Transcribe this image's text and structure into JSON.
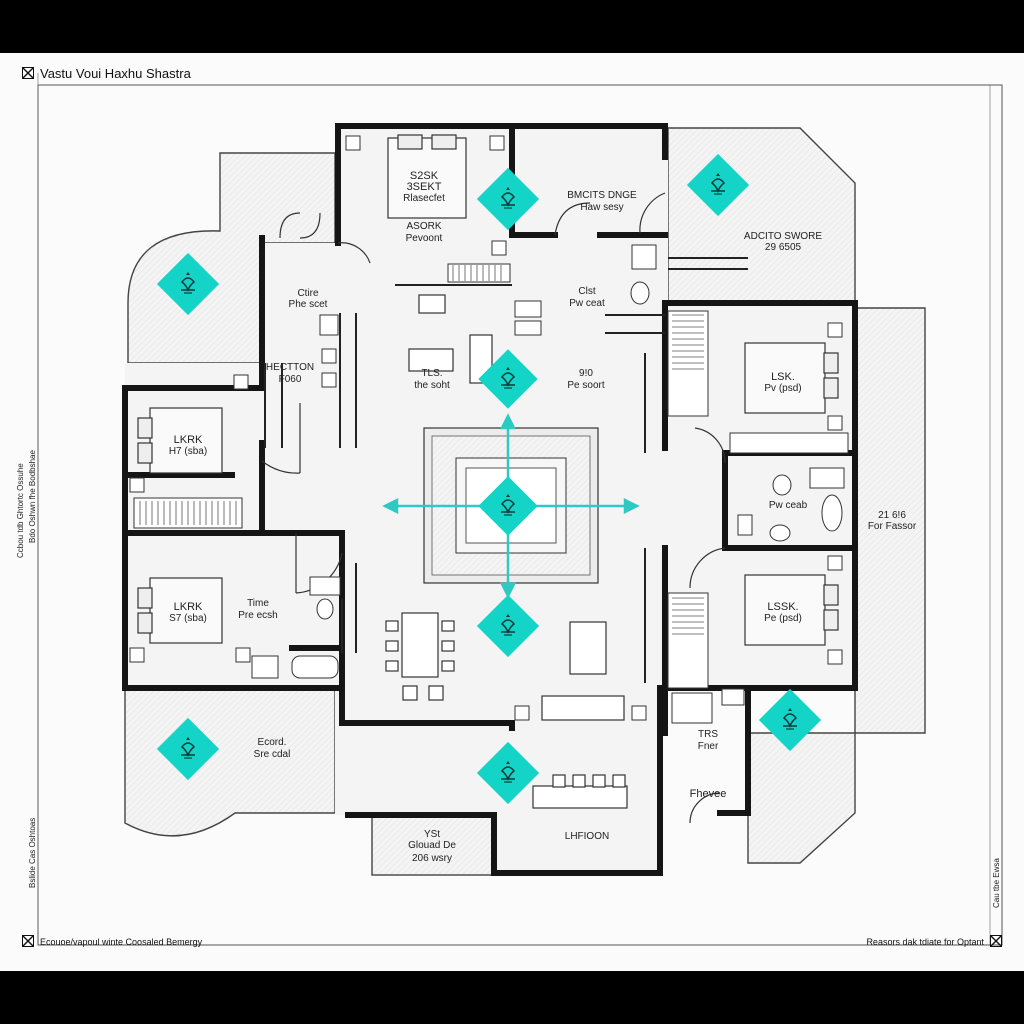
{
  "header": {
    "title": "Vastu Voui Haxhu Shastra"
  },
  "footer": {
    "left": "Ecouoe/vapoul winte Coosaled Bemergy",
    "right": "Reasors dak tdiate for Optant"
  },
  "side_notes": {
    "left_upper": "Ccbou tdb Ghtortc Ossuhe",
    "left_upper_2": "Bdo Oshwn fhe Bodbshae",
    "left_lower": "Bslide Cas Oshtoas",
    "right_lower": "Cau tbe Ewsa"
  },
  "rooms": {
    "master_bed": {
      "line1": "S2SK",
      "line2": "3SEKT",
      "line3": "Rlasecfet"
    },
    "master_bed_sub": {
      "line1": "ASORK",
      "line2": "Pevoont"
    },
    "closet": {
      "line1": "Ctire",
      "line2": "Phe scet"
    },
    "hallway": {
      "line1": "HECTTON",
      "line2": "F060"
    },
    "bed_west": {
      "line1": "LKRK",
      "line2": "H7 (sba)"
    },
    "bed_sw": {
      "line1": "LKRK",
      "line2": "S7 (sba)"
    },
    "bath_sw": {
      "line1": "Time",
      "line2": "Pre ecsh"
    },
    "kitchen": {
      "line1": "BMCITS DNGE",
      "line2": "Haw sesy"
    },
    "utility": {
      "line1": "Clst",
      "line2": "Pw ceat"
    },
    "northeast": {
      "line1": "ADCITO SWORE",
      "line2": "29 6505"
    },
    "living": {
      "line1": "TLS.",
      "line2": "the soht"
    },
    "pooja": {
      "line1": "9!0",
      "line2": "Pe soort"
    },
    "bed_east": {
      "line1": "LSK.",
      "line2": "Pv (psd)"
    },
    "bath_east": {
      "line1": "Pw ceab"
    },
    "east_deck": {
      "line1": "21 6!6",
      "line2": "For Fassor"
    },
    "bed_se": {
      "line1": "LSSK.",
      "line2": "Pe (psd)"
    },
    "entry": {
      "line1": "TRS",
      "line2": "Fner"
    },
    "foyer": {
      "line1": "Fhevee"
    },
    "ecord": {
      "line1": "Ecord.",
      "line2": "Sre cdal"
    },
    "balcony": {
      "line1": "YSt",
      "line2": "Glouad De",
      "line3": "206 wsry"
    },
    "dining": {
      "line1": "LHFIOON"
    }
  },
  "compass": {
    "directions": [
      "north",
      "east",
      "south",
      "west"
    ]
  },
  "colors": {
    "accent": "#14d4c8",
    "accent_line": "#2ec9c2",
    "wall": "#151515",
    "floor": "#f2f2f2",
    "paper": "#fbfbfb"
  }
}
